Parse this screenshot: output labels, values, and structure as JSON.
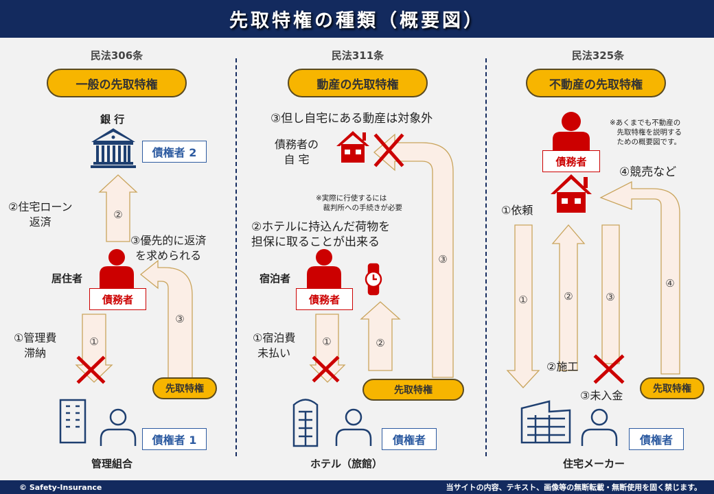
{
  "title": "先取特権の種類（概要図）",
  "footer": {
    "left": "© Safety-Insurance",
    "right": "当サイトの内容、テキスト、画像等の無断転載・無断使用を固く禁じます。"
  },
  "watermark": "©Safety-Insurance",
  "colors": {
    "header": "#132a5e",
    "pill": "#f7b500",
    "debtor": "#cc0000",
    "creditor": "#2c5aa0",
    "arrow_fill": "#fbeee6"
  },
  "col1": {
    "law": "民法306条",
    "pill": "一般の先取特権",
    "bank_label": "銀 行",
    "creditor2": "債権者 2",
    "step2": "②住宅ローン\n返済",
    "step3": "③優先的に返済\nを求められる",
    "resident": "居住者",
    "debtor": "債務者",
    "step1": "①管理費\n滞納",
    "pill_small": "先取特権",
    "creditor1": "債権者 1",
    "bottom": "管理組合",
    "n1": "①",
    "n2": "②",
    "n3": "③"
  },
  "col2": {
    "law": "民法311条",
    "pill": "動産の先取特権",
    "step3": "③但し自宅にある動産は対象外",
    "home": "債務者の\n自 宅",
    "note": "※実際に行使するには\n　裁判所への手続きが必要",
    "step2": "②ホテルに持込んだ荷物を\n担保に取ることが出来る",
    "guest": "宿泊者",
    "debtor": "債務者",
    "step1": "①宿泊費\n未払い",
    "pill_small": "先取特権",
    "creditor": "債権者",
    "bottom": "ホテル（旅館）",
    "n1": "①",
    "n2": "②",
    "n3": "③"
  },
  "col3": {
    "law": "民法325条",
    "pill": "不動産の先取特権",
    "note": "※あくまでも不動産の\n　先取特権を説明する\n　ための概要図です。",
    "debtor": "債務者",
    "step4": "④競売など",
    "step1": "①依頼",
    "step2": "②施工",
    "step3": "③未入金",
    "pill_small": "先取特権",
    "creditor": "債権者",
    "bottom": "住宅メーカー",
    "n1": "①",
    "n2": "②",
    "n3": "③",
    "n4": "④"
  }
}
